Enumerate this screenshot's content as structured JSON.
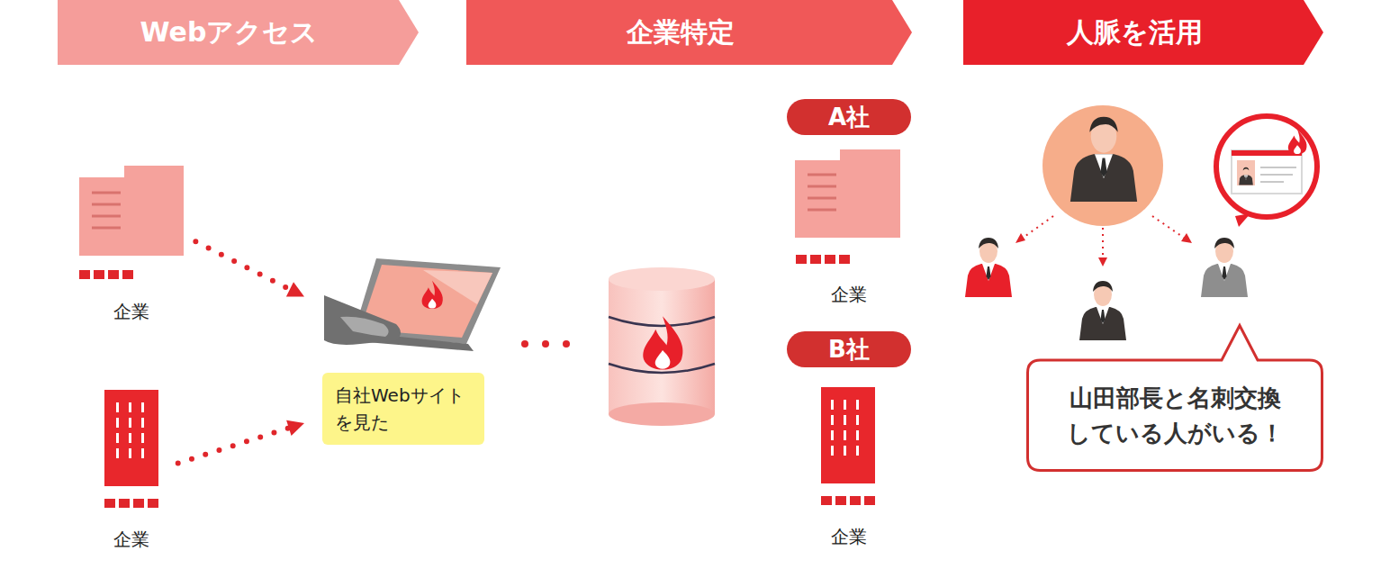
{
  "diagram": {
    "nodes": [
      {
        "text": [
          "Webアクセス"
        ]
      },
      {
        "text": [
          "企業特定"
        ]
      },
      {
        "text": [
          "人脈を活用"
        ]
      },
      {
        "text": [
          "企業"
        ]
      },
      {
        "text": [
          "企業"
        ]
      },
      {
        "text": [
          "自社Webサイトを見た"
        ]
      },
      {
        "text": [
          "A社",
          "企業"
        ]
      },
      {
        "text": [
          "B社",
          "企業"
        ]
      },
      {
        "text": [
          "山田部長と名刺交換している人がいる！"
        ]
      }
    ],
    "edges": [
      {
        "from": 3,
        "to": 5,
        "arrow": "to"
      },
      {
        "from": 4,
        "to": 5,
        "arrow": "to"
      }
    ]
  }
}
